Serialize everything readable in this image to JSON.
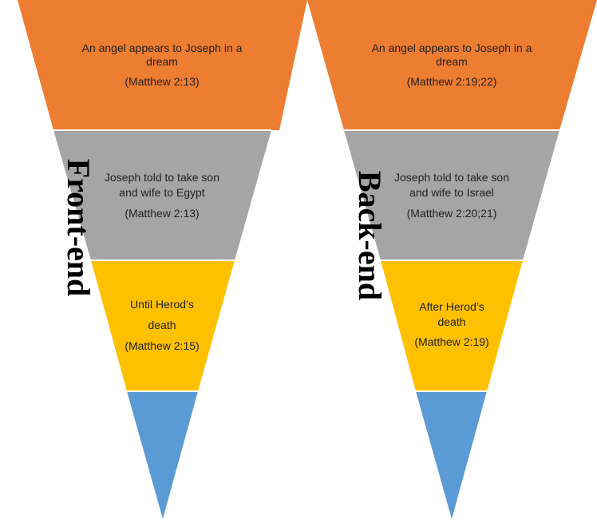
{
  "colors": {
    "orange": "#ED7D31",
    "gray": "#A5A5A5",
    "yellow": "#FFC000",
    "blue": "#5B9BD5",
    "text": "#222222"
  },
  "left_funnel": {
    "side_label": "Front-end",
    "segments": [
      {
        "lines": [
          "An angel appears to Joseph in a",
          "dream"
        ],
        "ref": "(Matthew 2:13)"
      },
      {
        "lines": [
          "Joseph told to take son",
          "and wife to Egypt"
        ],
        "ref": "(Matthew 2:13)"
      },
      {
        "lines": [
          "Until Herod’s",
          "death"
        ],
        "ref": "(Matthew 2:15)"
      },
      {
        "lines": [],
        "ref": ""
      }
    ]
  },
  "right_funnel": {
    "side_label": "Back-end",
    "segments": [
      {
        "lines": [
          "An angel appears to Joseph in a",
          "dream"
        ],
        "ref": "(Matthew 2:19;22)"
      },
      {
        "lines": [
          "Joseph told to take son",
          "and wife to Israel"
        ],
        "ref": "(Matthew 2:20;21)"
      },
      {
        "lines": [
          "After Herod’s",
          "death"
        ],
        "ref": "(Matthew 2:19)"
      },
      {
        "lines": [],
        "ref": ""
      }
    ]
  }
}
